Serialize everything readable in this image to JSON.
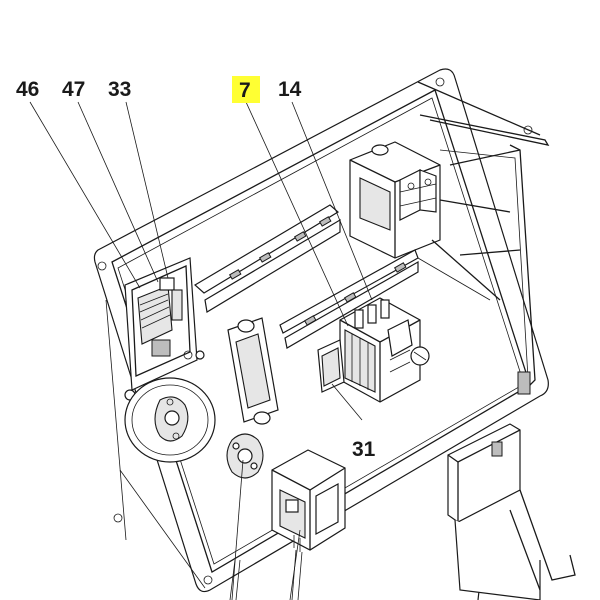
{
  "labels": {
    "l46": "46",
    "l47": "47",
    "l33": "33",
    "l7": "7",
    "l14": "14",
    "l31": "31"
  },
  "highlight_color": "#ffff33"
}
